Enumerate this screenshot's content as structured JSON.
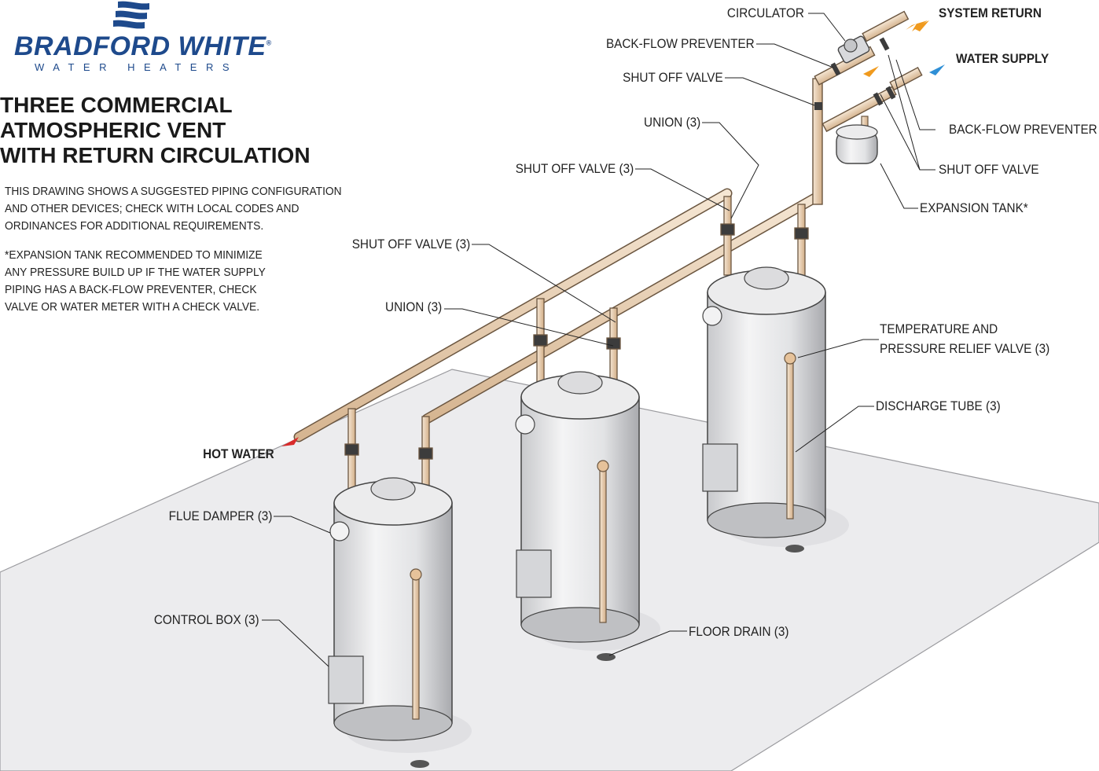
{
  "logo": {
    "brand": "BRADFORD WHITE",
    "registered": "®",
    "tagline": "WATER HEATERS"
  },
  "title": {
    "line1": "THREE COMMERCIAL",
    "line2": "ATMOSPHERIC VENT",
    "line3": "WITH RETURN CIRCULATION"
  },
  "notes": {
    "para1": [
      "THIS DRAWING SHOWS A SUGGESTED PIPING CONFIGURATION",
      "AND OTHER DEVICES; CHECK WITH LOCAL CODES AND",
      "ORDINANCES FOR ADDITIONAL REQUIREMENTS."
    ],
    "para2": [
      "*EXPANSION TANK RECOMMENDED TO MINIMIZE",
      "ANY PRESSURE BUILD UP IF THE WATER SUPPLY",
      "PIPING HAS A BACK-FLOW PREVENTER, CHECK",
      "VALVE OR WATER METER WITH A CHECK VALVE."
    ]
  },
  "labels": {
    "circulator": "CIRCULATOR",
    "system_return": "SYSTEM RETURN",
    "backflow_top": "BACK-FLOW PREVENTER",
    "water_supply": "WATER SUPPLY",
    "shutoff_top": "SHUT OFF VALVE",
    "union_top": "UNION (3)",
    "backflow_right": "BACK-FLOW PREVENTER",
    "shutoff_valve_3_top": "SHUT OFF VALVE (3)",
    "shutoff_right": "SHUT OFF VALVE",
    "expansion_tank": "EXPANSION TANK*",
    "shutoff_valve_3_mid": "SHUT OFF VALVE (3)",
    "union_mid": "UNION (3)",
    "tp_relief_line1": "TEMPERATURE AND",
    "tp_relief_line2": "PRESSURE RELIEF VALVE (3)",
    "discharge_tube": "DISCHARGE TUBE (3)",
    "hot_water": "HOT WATER",
    "flue_damper": "FLUE DAMPER (3)",
    "control_box": "CONTROL BOX (3)",
    "floor_drain": "FLOOR DRAIN (3)"
  },
  "colors": {
    "brand_blue": "#1e4a8c",
    "pipe_copper": "#e9d2b4",
    "hot_arrow": "#d92b2b",
    "supply_arrow": "#2f8fd6",
    "return_arrow": "#f09a1e",
    "floor": "#eeeef0"
  }
}
